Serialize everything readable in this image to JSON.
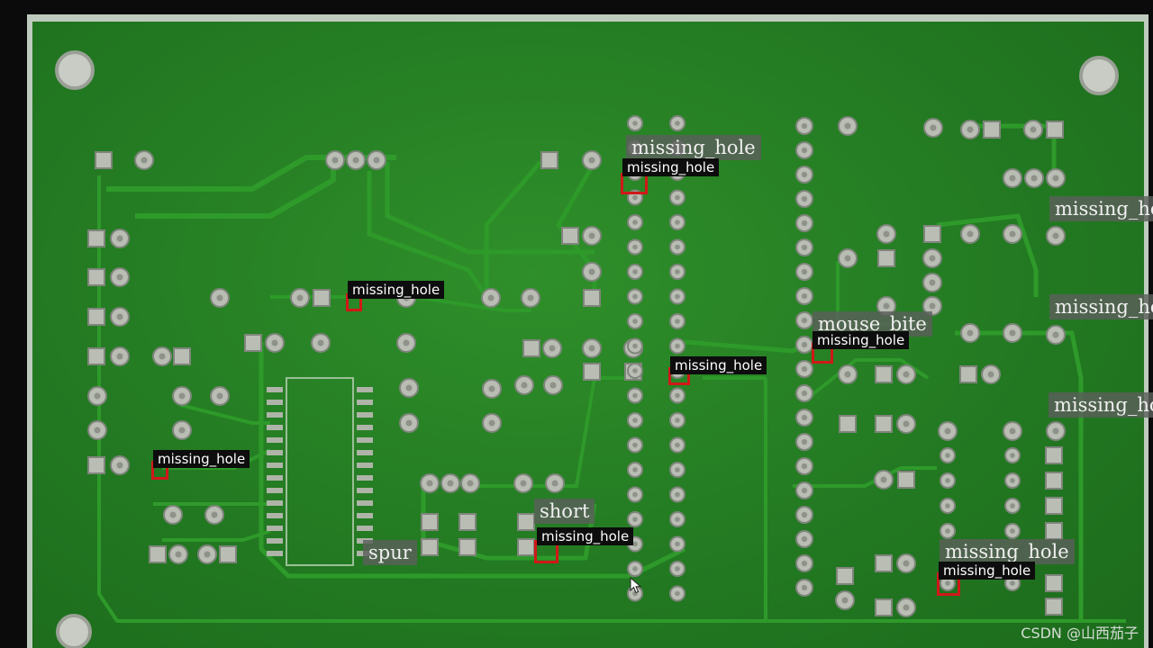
{
  "annotations": {
    "ground_truth": [
      {
        "label": "missing_hole"
      },
      {
        "label": "missing_hole"
      },
      {
        "label": "missing_hole"
      },
      {
        "label": "mouse_bite"
      },
      {
        "label": "missing_hole"
      },
      {
        "label": "short"
      },
      {
        "label": "spur"
      },
      {
        "label": "missing_hole"
      }
    ],
    "detections": [
      {
        "label": "missing_hole"
      },
      {
        "label": "missing_hole"
      },
      {
        "label": "missing_hole"
      },
      {
        "label": "missing_hole"
      },
      {
        "label": "missing_hole"
      },
      {
        "label": "missing_hole"
      },
      {
        "label": "missing_hole"
      }
    ]
  },
  "watermark": "CSDN @山西茄子",
  "colors": {
    "board": "#237a22",
    "trace": "#2e9a2a",
    "pad": "#b9bdb4",
    "detection_box": "#d01818",
    "detection_tag_bg": "#0d0d0d",
    "gt_tag_bg": "#5a5f5a"
  },
  "icons": {
    "cursor": "mouse-pointer-icon"
  }
}
